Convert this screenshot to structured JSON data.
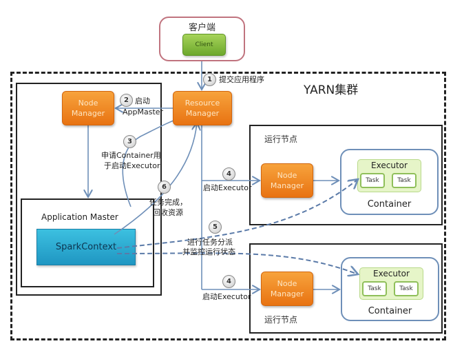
{
  "client": {
    "region_title": "客户端",
    "button_label": "Client"
  },
  "yarn": {
    "title": "YARN集群"
  },
  "nodes": {
    "node_manager_left": "Node Manager",
    "resource_manager": "Resource Manager",
    "node_manager_run1": "Node Manager",
    "node_manager_run2": "Node Manager"
  },
  "application_master": {
    "label": "Application Master",
    "spark_context": "SparkContext"
  },
  "run_nodes": [
    {
      "label": "运行节点",
      "container_label": "Container",
      "executor_label": "Executor",
      "tasks": [
        "Task",
        "Task"
      ]
    },
    {
      "label": "运行节点",
      "container_label": "Container",
      "executor_label": "Executor",
      "tasks": [
        "Task",
        "Task"
      ]
    }
  ],
  "steps": [
    {
      "num": "1",
      "text": "提交应用程序"
    },
    {
      "num": "2",
      "line1": "启动",
      "line2": "AppMaster"
    },
    {
      "num": "3",
      "line1": "申请Container用",
      "line2": "于启动Executor"
    },
    {
      "num": "4",
      "text": "启动Executor"
    },
    {
      "num": "5",
      "line1": "进行任务分派",
      "line2": "并监控运行状态"
    },
    {
      "num": "6",
      "line1": "任务完成，",
      "line2": "回收资源"
    }
  ],
  "colors": {
    "orange": "#ee8520",
    "client_green": "#8cc243",
    "spark_blue": "#2aaad3",
    "executor_green": "#e6f5c8",
    "arrow_blue": "#6e8fb8",
    "client_border": "#c0737e"
  }
}
